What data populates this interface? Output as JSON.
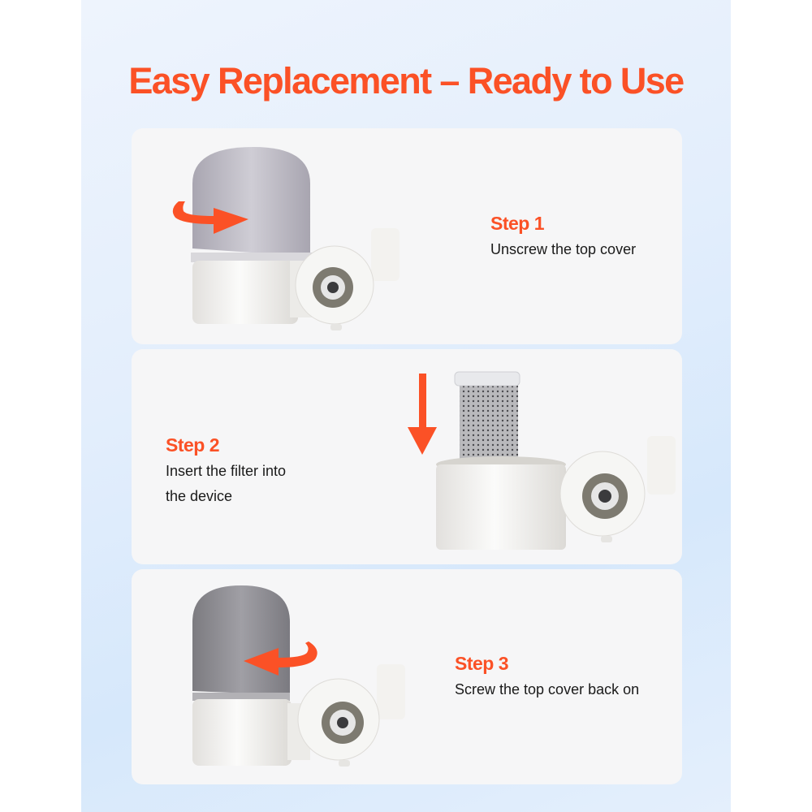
{
  "page": {
    "title": "Easy Replacement – Ready to Use",
    "accent_color": "#fb5126",
    "background_panel_color": "#e3eefc",
    "card_color": "#f6f6f7"
  },
  "steps": [
    {
      "label": "Step 1",
      "description": "Unscrew the top cover",
      "image": "filter-unit-with-cover-rotate-right",
      "arrow_icon": "rotate-clockwise-arrow-icon"
    },
    {
      "label": "Step 2",
      "description_line1": "Insert the filter into",
      "description_line2": "the device",
      "image": "filter-cartridge-inserting-into-base",
      "arrow_icon": "down-arrow-icon"
    },
    {
      "label": "Step 3",
      "description": "Screw the top cover back on",
      "image": "filter-unit-with-cover-rotate-left",
      "arrow_icon": "rotate-counterclockwise-arrow-icon"
    }
  ]
}
